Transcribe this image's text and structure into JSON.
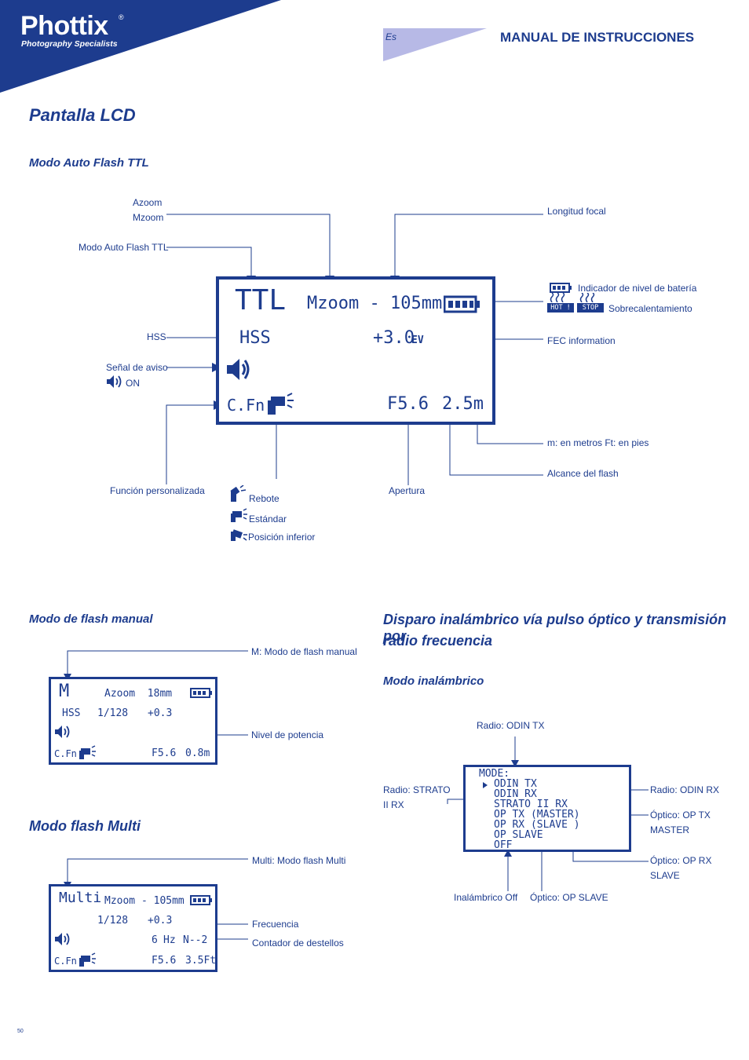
{
  "header": {
    "brand": "Phottix",
    "brand_reg": "®",
    "tagline": "Photography Specialists",
    "lang": "Es",
    "manual_title": "MANUAL DE INSTRUCCIONES"
  },
  "page_title": "Pantalla LCD",
  "ttl": {
    "heading": "Modo Auto Flash TTL",
    "lcd": {
      "mode": "TTL",
      "zoom": "Mzoom - 105mm",
      "hss": "HSS",
      "fec": "+3.0",
      "fec_unit": "EV",
      "cfn": "C.Fn",
      "aperture": "F5.6",
      "range": "2.5m"
    },
    "labels": {
      "azoom": "Azoom",
      "mzoom": "Mzoom",
      "auto_ttl": "Modo Auto Flash TTL",
      "focal": "Longitud focal",
      "battery": "Indicador de nivel de batería",
      "hot": "HOT !",
      "stop": "STOP",
      "overheat": "Sobrecalentamiento",
      "hss": "HSS",
      "fec": "FEC information",
      "beep": "Señal de aviso",
      "beep_on": "ON",
      "units": "m: en metros Ft: en pies",
      "range": "Alcance del flash",
      "cfn": "Función personalizada",
      "aperture": "Apertura",
      "bounce": "Rebote",
      "standard": "Estándar",
      "lower": "Posición inferior"
    }
  },
  "manual": {
    "heading": "Modo de flash manual",
    "lcd": {
      "mode": "M",
      "zoom": "Azoom  18mm",
      "hss": "HSS",
      "power": "1/128",
      "fec": "+0.3",
      "cfn": "C.Fn",
      "aperture": "F5.6",
      "range": "0.8m"
    },
    "labels": {
      "mode": "M: Modo de flash manual",
      "power": "Nivel de potencia"
    }
  },
  "multi": {
    "heading": "Modo flash Multi",
    "lcd": {
      "mode": "Multi",
      "zoom": "Mzoom - 105mm",
      "power": "1/128",
      "fec": "+0.3",
      "freq": "6",
      "freq_unit": "Hz",
      "count": "N--2",
      "cfn": "C.Fn",
      "aperture": "F5.6",
      "range": "3.5Ft"
    },
    "labels": {
      "mode": "Multi: Modo flash Multi",
      "freq": "Frecuencia",
      "count": "Contador de destellos"
    }
  },
  "wireless": {
    "heading_line1": "Disparo inalámbrico vía pulso óptico y transmisión por",
    "heading_line2": "radio frecuencia",
    "subheading": "Modo inalámbrico",
    "lcd": {
      "title": "MODE:",
      "items": [
        "ODIN TX",
        "ODIN RX",
        "STRATO II RX",
        "OP TX (MASTER)",
        "OP RX (SLAVE )",
        "OP SLAVE",
        "OFF"
      ]
    },
    "labels": {
      "odin_tx": "Radio: ODIN TX",
      "strato1": "Radio: STRATO",
      "strato2": "II RX",
      "odin_rx": "Radio: ODIN RX",
      "optx1": "Óptico: OP TX",
      "optx2": "MASTER",
      "oprx1": "Óptico: OP RX",
      "oprx2": "SLAVE",
      "off": "Inalámbrico Off",
      "opslave": "Óptico: OP SLAVE"
    }
  },
  "page_number": "50",
  "colors": {
    "accent": "#1d3c8e",
    "lavender": "#b7b9e6"
  }
}
